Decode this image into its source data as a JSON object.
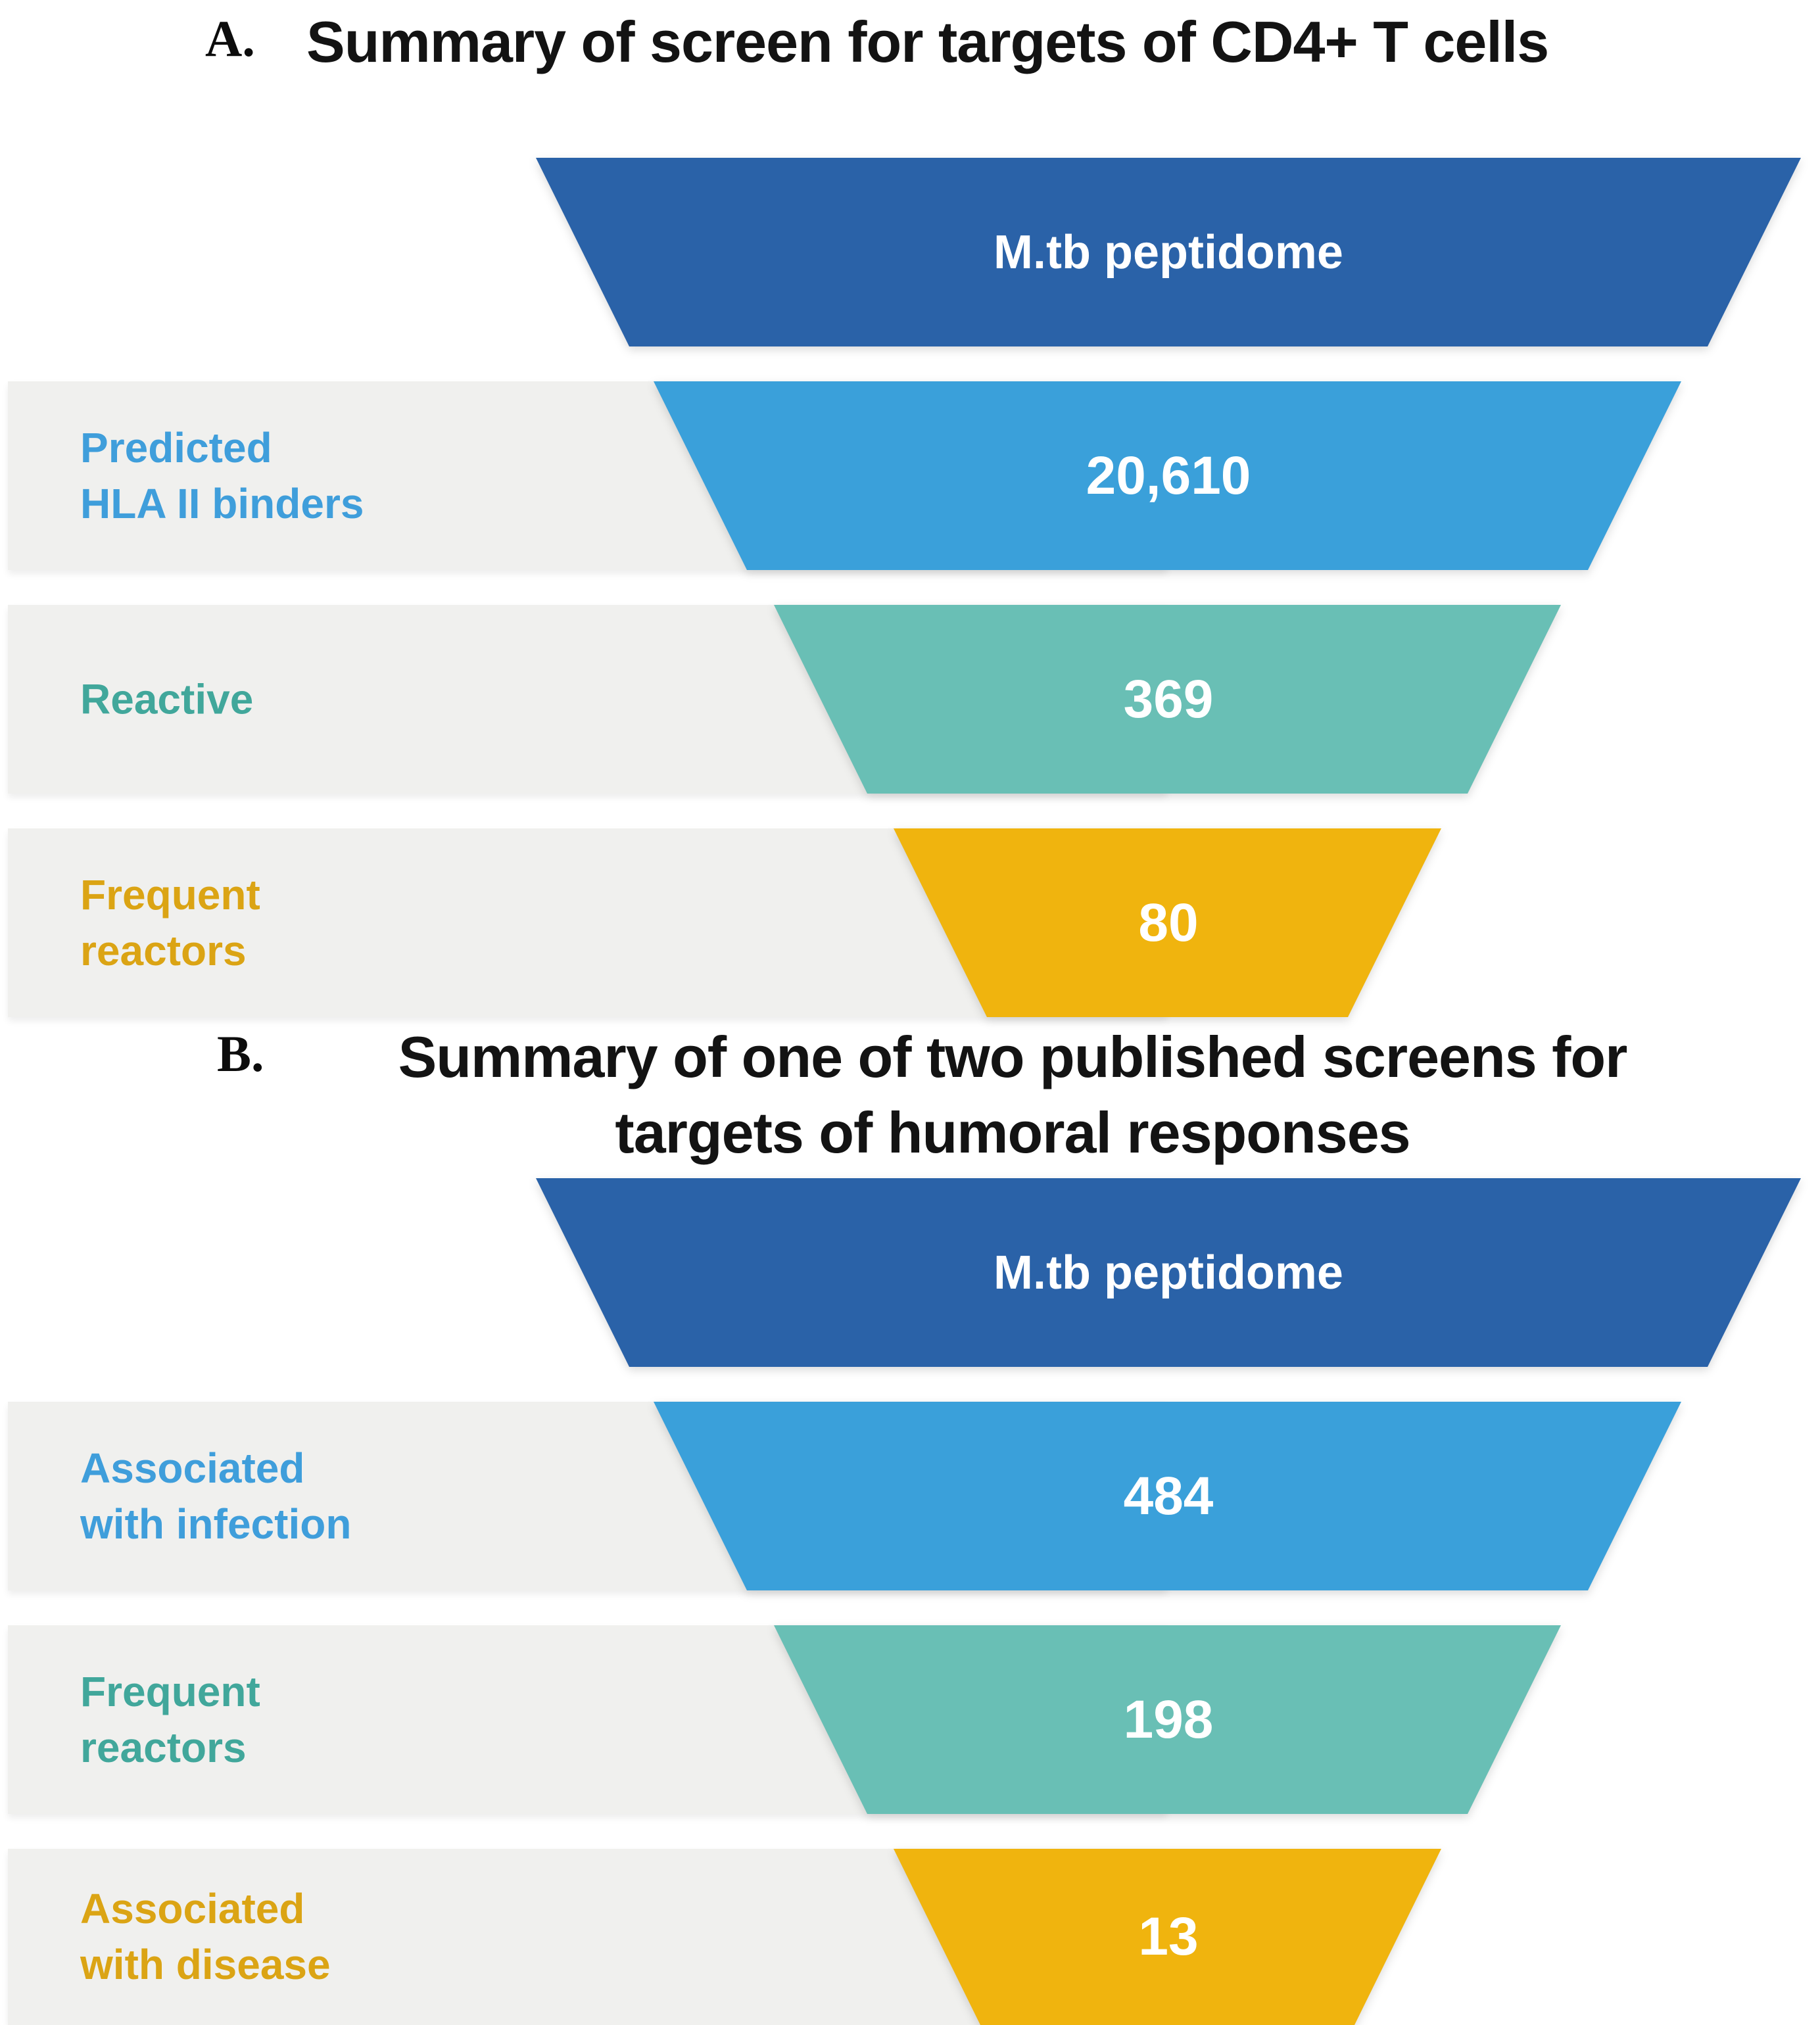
{
  "figure": {
    "panels": [
      {
        "tag": "A.",
        "title_lines": [
          "Summary of screen for targets of CD4+ T cells"
        ],
        "source_label": "M.tb peptidome",
        "stages": [
          {
            "label_lines": [
              "Predicted",
              "HLA II binders"
            ],
            "value": "20,610"
          },
          {
            "label_lines": [
              "Reactive"
            ],
            "value": "369"
          },
          {
            "label_lines": [
              "Frequent",
              "reactors"
            ],
            "value": "80"
          }
        ]
      },
      {
        "tag": "B.",
        "title_lines": [
          "Summary of one of two published screens for",
          "targets of humoral responses"
        ],
        "source_label": "M.tb peptidome",
        "stages": [
          {
            "label_lines": [
              "Associated",
              "with infection"
            ],
            "value": "484"
          },
          {
            "label_lines": [
              "Frequent",
              "reactors"
            ],
            "value": "198"
          },
          {
            "label_lines": [
              "Associated",
              "with disease"
            ],
            "value": "13"
          }
        ]
      }
    ]
  },
  "theme": {
    "dark-blue": "#2a62a8",
    "light-blue": "#3aa0da",
    "teal": "#69bfb5",
    "gold": "#f0b40e",
    "band-gray": "#f0f0ee",
    "label-blue": "#3f9edb",
    "label-teal": "#41a79b",
    "label-gold": "#dba414",
    "title-ink": "#131313"
  },
  "chart_data": [
    {
      "type": "funnel",
      "title": "Summary of screen for targets of CD4+ T cells",
      "stages": [
        "M.tb peptidome",
        "Predicted HLA II binders",
        "Reactive",
        "Frequent reactors"
      ],
      "values": [
        null,
        20610,
        369,
        80
      ],
      "value_labels": [
        "M.tb peptidome",
        "20,610",
        "369",
        "80"
      ],
      "colors": [
        "#2a62a8",
        "#3aa0da",
        "#69bfb5",
        "#f0b40e"
      ]
    },
    {
      "type": "funnel",
      "title": "Summary of one of two published screens for targets of humoral responses",
      "stages": [
        "M.tb peptidome",
        "Associated with infection",
        "Frequent reactors",
        "Associated with disease"
      ],
      "values": [
        null,
        484,
        198,
        13
      ],
      "value_labels": [
        "M.tb peptidome",
        "484",
        "198",
        "13"
      ],
      "colors": [
        "#2a62a8",
        "#3aa0da",
        "#69bfb5",
        "#f0b40e"
      ]
    }
  ]
}
